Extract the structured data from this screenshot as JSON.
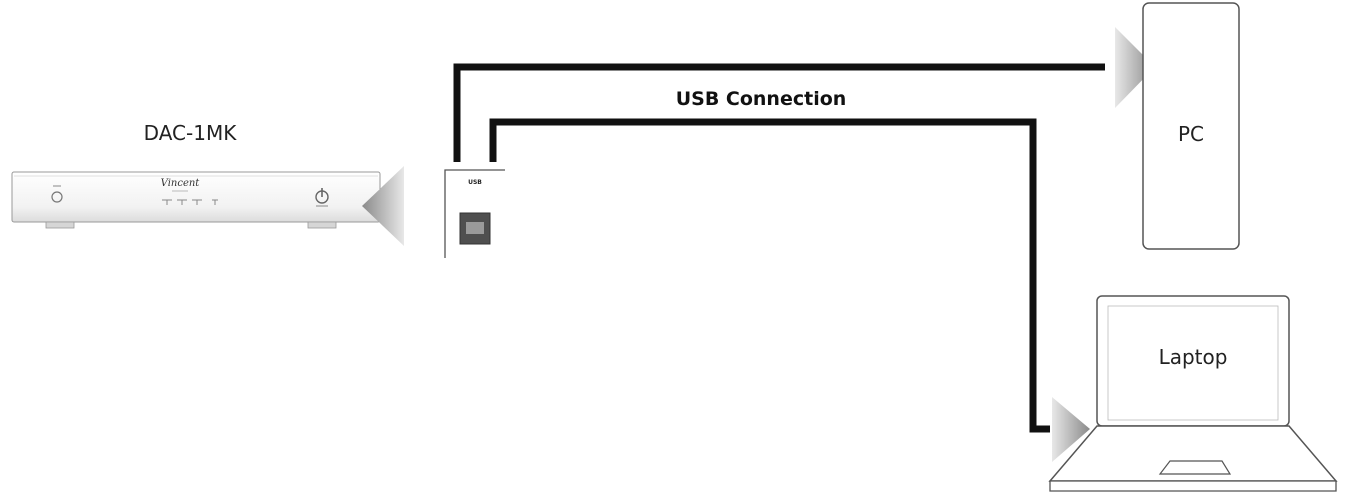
{
  "devices": {
    "dac": {
      "label": "DAC-1MK",
      "logo_text": "Vincent"
    },
    "usb_port": {
      "label": "USB"
    },
    "pc": {
      "label": "PC"
    },
    "laptop": {
      "label": "Laptop"
    }
  },
  "connection": {
    "label": "USB Connection"
  },
  "colors": {
    "cable": "#111111",
    "arrow_light": "#e6e6e6",
    "arrow_dark": "#8a8a8a",
    "outline": "#555555",
    "port": "#5a5a5a"
  }
}
